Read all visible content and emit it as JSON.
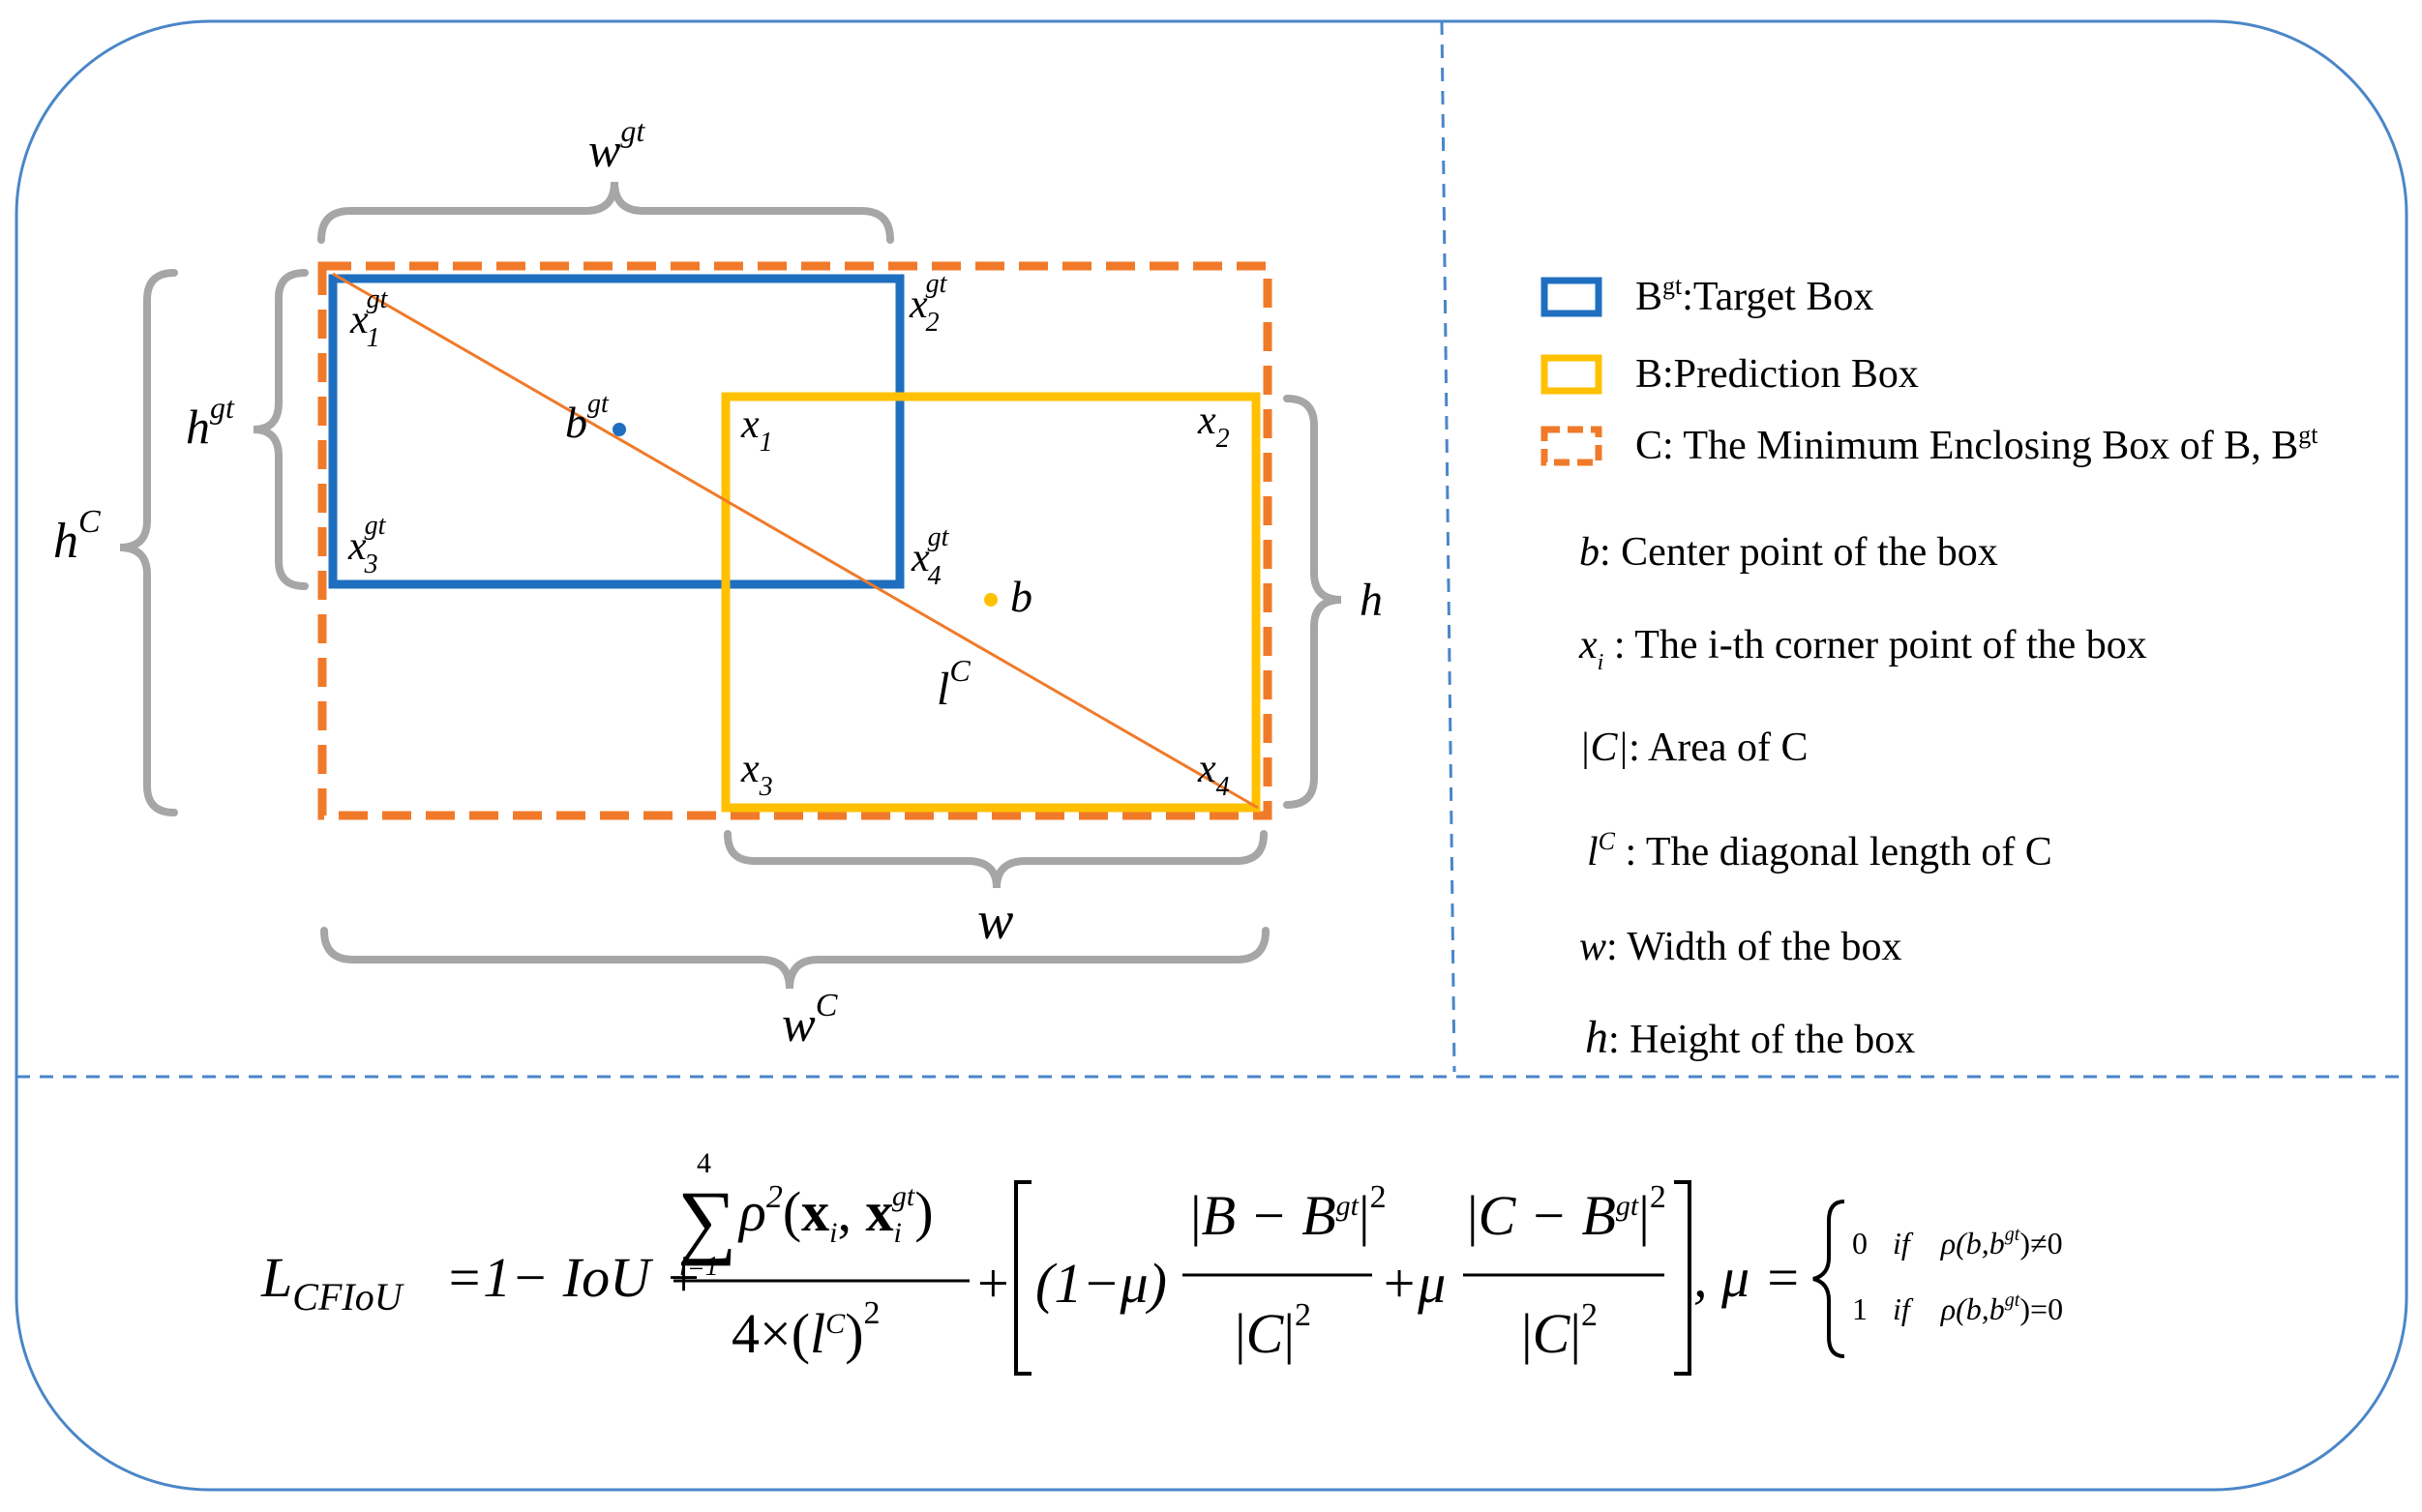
{
  "colors": {
    "frame": "#4a86c8",
    "target_box": "#1f6fc0",
    "prediction_box": "#ffc000",
    "enclosing_box": "#f07a2a",
    "diagonal": "#f07a2a",
    "brace": "#a6a6a6",
    "center_gt": "#1f6fc0",
    "center_pred": "#ffc000"
  },
  "diagram": {
    "w_gt_label": "w",
    "w_gt_sup": "gt",
    "h_gt_label": "h",
    "h_gt_sup": "gt",
    "h_c_label": "h",
    "h_c_sup": "C",
    "w_c_label": "w",
    "w_c_sup": "C",
    "w_label": "w",
    "h_label": "h",
    "l_c_label": "l",
    "l_c_sup": "C",
    "b_gt_label": "b",
    "b_gt_sup": "gt",
    "b_label": "b",
    "corners_gt": [
      {
        "base": "x",
        "sub": "1",
        "sup": "gt"
      },
      {
        "base": "x",
        "sub": "2",
        "sup": "gt"
      },
      {
        "base": "x",
        "sub": "3",
        "sup": "gt"
      },
      {
        "base": "x",
        "sub": "4",
        "sup": "gt"
      }
    ],
    "corners_pred": [
      {
        "base": "x",
        "sub": "1"
      },
      {
        "base": "x",
        "sub": "2"
      },
      {
        "base": "x",
        "sub": "3"
      },
      {
        "base": "x",
        "sub": "4"
      }
    ]
  },
  "legend": {
    "target_box": {
      "label_b": "B",
      "label_sup": "gt",
      "label_rest": ":Target Box"
    },
    "prediction_box": {
      "label": "B:Prediction  Box"
    },
    "enclosing_box": {
      "label": "C:  The Minimum Enclosing Box of B, B",
      "label_sup": "gt"
    },
    "definitions": [
      {
        "symbol": "b",
        "text": ": Center point of the box"
      },
      {
        "symbol": "x",
        "symbol_sub": "i",
        "text": " : The i-th corner point of the box"
      },
      {
        "symbol": "|C|",
        "text": ": Area of C"
      },
      {
        "symbol": "l",
        "symbol_sup": "C",
        "text": " : The diagonal length of C"
      },
      {
        "symbol": "w",
        "text": ": Width of the box"
      },
      {
        "symbol": "h",
        "text": ": Height of the box"
      }
    ]
  },
  "formula": {
    "lhs": "L",
    "lhs_sub": "CFIoU",
    "term1": "=1− IoU +",
    "sum_top": "4",
    "sum_bottom": "i=1",
    "sum_sign": "∑",
    "rho": "ρ",
    "rho_sup": "2",
    "x_i": "x",
    "x_i_sub": "i",
    "x_gt": "x",
    "x_gt_sub": "i",
    "x_gt_sup": "gt",
    "denom_prefix": "4×",
    "denom_l": "l",
    "denom_l_sup": "C",
    "denom_sq": "2",
    "plus": "+",
    "one_minus_mu": "(1−μ)",
    "frac1_num": "B − B",
    "frac1_num_sup": "gt",
    "frac1_den": "C",
    "plus_mu": "+μ",
    "frac2_num": "C − B",
    "frac2_num_sup": "gt",
    "frac2_den": "C",
    "sq": "2",
    "mu_def": ", μ =",
    "case1_val": "0",
    "case1_cond": "if",
    "case1_expr": "ρ(b,b",
    "case1_sup": "gt",
    "case1_tail": ")≠0",
    "case2_val": "1",
    "case2_cond": "if",
    "case2_expr": "ρ(b,b",
    "case2_sup": "gt",
    "case2_tail": ")=0"
  }
}
